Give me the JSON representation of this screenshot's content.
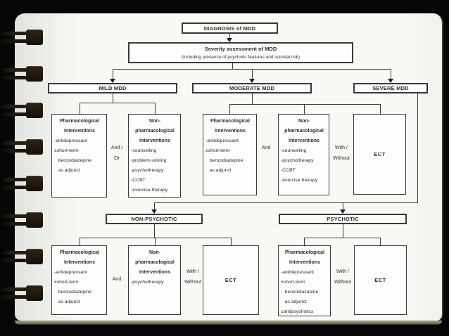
{
  "flowchart": {
    "diagnosis": {
      "label": "DIAGNOSIS of MDD"
    },
    "assessment": {
      "title": "Severity assessment of MDD",
      "subtitle": "(including presence of psychotic features and suicidal risk)"
    },
    "mild": {
      "label": "MILD MDD",
      "pharm": {
        "heading": [
          "Pharmacological",
          "Interventions"
        ],
        "items": [
          "-antidepressant",
          "±short-term",
          "   benzodiazepine",
          "   as adjunct"
        ]
      },
      "connector": [
        "And /",
        "Or"
      ],
      "nonpharm": {
        "heading": [
          "Non-",
          "pharmacological",
          "Interventions"
        ],
        "items": [
          "-counselling",
          "-problem-solving",
          "-psychotherapy",
          "-CCBT",
          "-exercise therapy"
        ]
      }
    },
    "moderate": {
      "label": "MODERATE MDD",
      "pharm": {
        "heading": [
          "Pharmacological",
          "Interventions"
        ],
        "items": [
          "-antidepressant",
          "±short-term",
          "   benzodiazepine",
          "   as adjunct"
        ]
      },
      "connector": [
        "And"
      ],
      "nonpharm": {
        "heading": [
          "Non-",
          "pharmacological",
          "Interventions"
        ],
        "items": [
          "-counselling",
          "-psychotherapy",
          "-CCBT",
          "-exercise therapy"
        ]
      },
      "ect_connector": [
        "With /",
        "Without"
      ],
      "ect": {
        "label": "ECT"
      }
    },
    "severe": {
      "label": "SEVERE MDD"
    },
    "non_psychotic": {
      "label": "NON-PSYCHOTIC",
      "pharm": {
        "heading": [
          "Pharmacological",
          "Interventions"
        ],
        "items": [
          "-antidepressant",
          "±short-term",
          "   benzodiazepine",
          "   as adjunct"
        ]
      },
      "connector": [
        "And"
      ],
      "nonpharm": {
        "heading": [
          "Non-",
          "pharmacological",
          "Interventions"
        ],
        "items": [
          "-psychotherapy"
        ]
      },
      "ect_connector": [
        "With /",
        "Without"
      ],
      "ect": {
        "label": "ECT"
      }
    },
    "psychotic": {
      "label": "PSYCHOTIC",
      "pharm": {
        "heading": [
          "Pharmacological",
          "Interventions"
        ],
        "items": [
          "-antidepressant",
          "±short-term",
          "   benzodiazepine",
          "   as adjunct",
          "±antipsychotics"
        ]
      },
      "ect_connector": [
        "With /",
        "Without"
      ],
      "ect": {
        "label": "ECT"
      }
    }
  },
  "colors": {
    "line": "#3a3a3a",
    "page_background": "#f8f8f5",
    "backdrop": "#060606",
    "page_edge": "#8a8a68"
  }
}
